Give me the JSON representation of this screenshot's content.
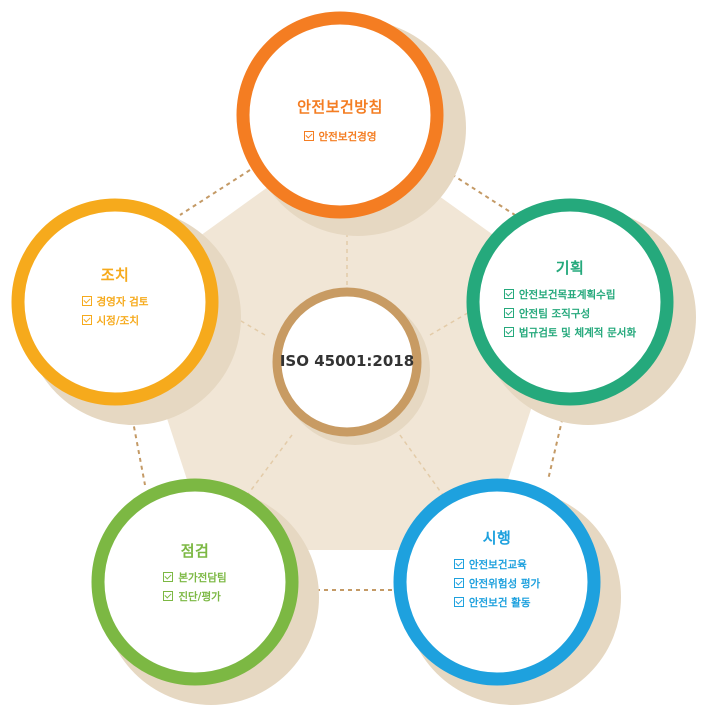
{
  "colors": {
    "pentagon": "#f1e6d6",
    "shadow": "#e6d8c2",
    "connector": "#c49a66",
    "center_ring": "#c89b63",
    "policy": "#f47d22",
    "planning": "#25a97c",
    "implementation": "#1ea1de",
    "checking": "#7cb843",
    "action": "#f6aa1c"
  },
  "center": {
    "label": "ISO 45001:2018"
  },
  "nodes": {
    "policy": {
      "title": "안전보건방침",
      "items": [
        "안전보건경영"
      ]
    },
    "planning": {
      "title": "기획",
      "items": [
        "안전보건목표계획수립",
        "안전팀 조직구성",
        "법규검토 및 체계적 문서화"
      ]
    },
    "implementation": {
      "title": "시행",
      "items": [
        "안전보건교육",
        "안전위험성 평가",
        "안전보건 활동"
      ]
    },
    "checking": {
      "title": "점검",
      "items": [
        "본가전담팀",
        "진단/평가"
      ]
    },
    "action": {
      "title": "조치",
      "items": [
        "경영자 검토",
        "시정/조치"
      ]
    }
  }
}
